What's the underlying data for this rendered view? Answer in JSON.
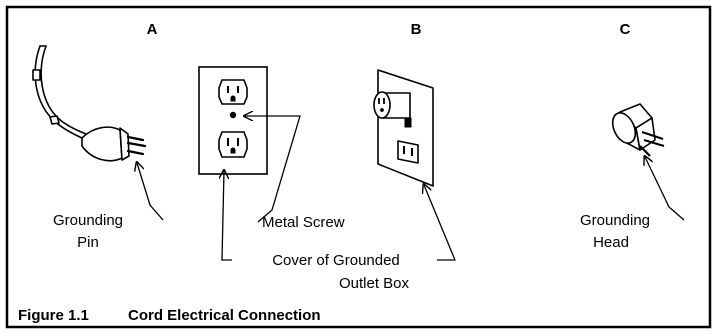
{
  "panels": {
    "a": {
      "label": "A",
      "callout_line1": "Grounding",
      "callout_line2": "Pin"
    },
    "b": {
      "label": "B",
      "screw_label": "Metal Screw",
      "cover_line1": "Cover of Grounded",
      "cover_line2": "Outlet Box"
    },
    "c": {
      "label": "C",
      "callout_line1": "Grounding",
      "callout_line2": "Head"
    }
  },
  "caption": {
    "number": "Figure 1.1",
    "title": "Cord Electrical Connection"
  },
  "colors": {
    "ink": "#000000",
    "background": "#ffffff"
  }
}
